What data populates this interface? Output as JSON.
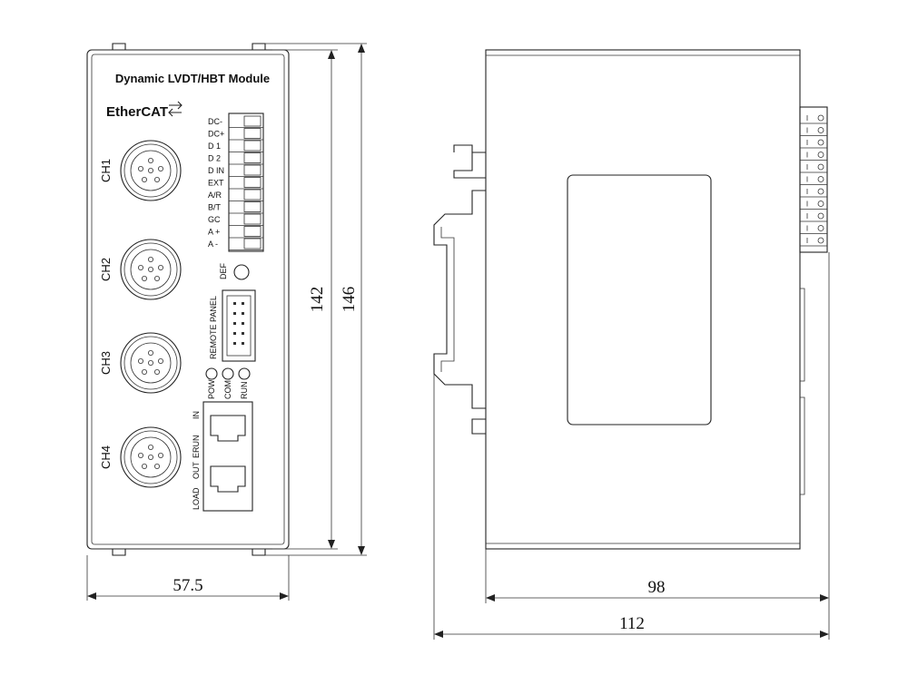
{
  "front_view": {
    "title": "Dynamic LVDT/HBT Module",
    "logo": "EtherCAT",
    "terminal_labels": [
      "DC-",
      "DC+",
      "D 1",
      "D 2",
      "D IN",
      "EXT",
      "A/R",
      "B/T",
      "GC",
      "A +",
      "A -"
    ],
    "channels": [
      "CH1",
      "CH2",
      "CH3",
      "CH4"
    ],
    "def_label": "DEF",
    "remote_panel_label": "REMOTE PANEL",
    "led_labels": [
      "POW",
      "COM",
      "RUN"
    ],
    "port_in_label": "IN",
    "erun_label": "ERUN",
    "port_out_label": "OUT",
    "load_label": "LOAD"
  },
  "dimensions": {
    "front_width": "57.5",
    "inner_height": "142",
    "outer_height": "146",
    "side_depth": "98",
    "side_total": "112"
  },
  "colors": {
    "line": "#222222",
    "background": "#ffffff"
  }
}
